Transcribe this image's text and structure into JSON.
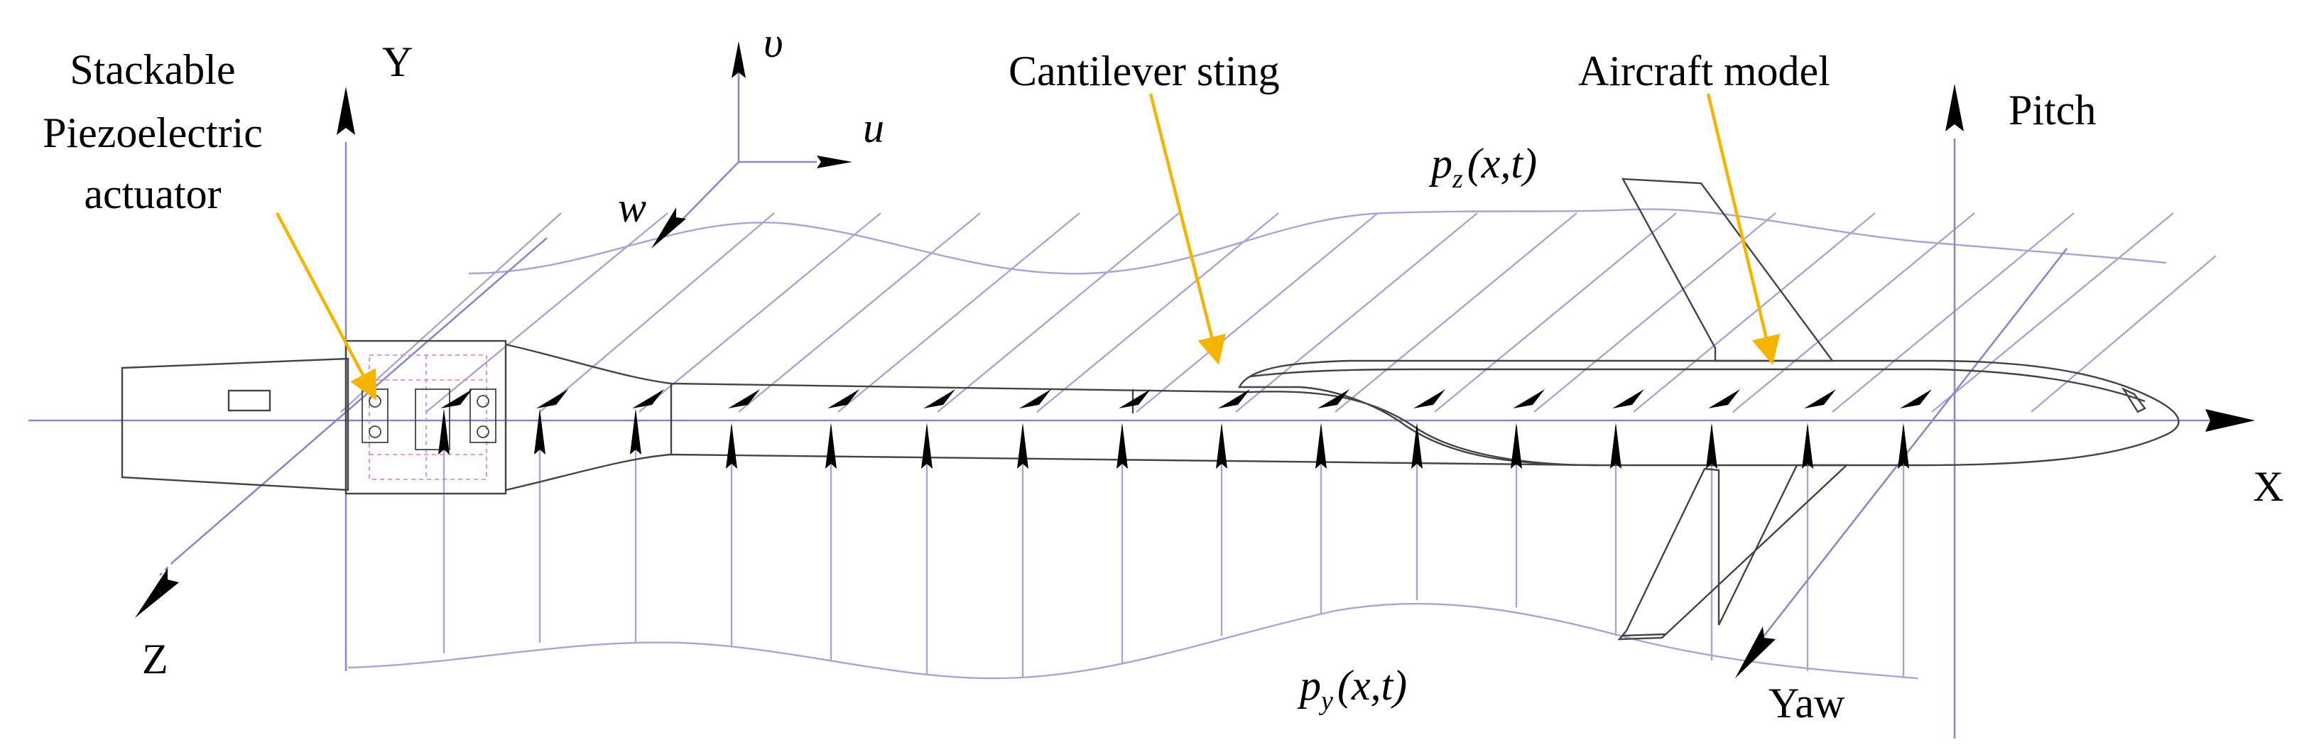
{
  "labels": {
    "stackable_line1": "Stackable",
    "stackable_line2": "Piezoelectric",
    "stackable_line3": "actuator",
    "cantilever": "Cantilever sting",
    "aircraft": "Aircraft model",
    "pitch": "Pitch",
    "yaw": "Yaw",
    "axis_x": "X",
    "axis_y": "Y",
    "axis_z": "Z",
    "axis_u": "u",
    "axis_v": "υ",
    "axis_w": "w"
  },
  "loads": {
    "pz": {
      "p": "p",
      "sub": "z",
      "args": "(x,t)"
    },
    "py": {
      "p": "p",
      "sub": "y",
      "args": "(x,t)"
    }
  },
  "colors": {
    "leader": "#F5B400",
    "load_lines": "#A9A4D2",
    "axis": "#8C89C2",
    "outline": "#444444",
    "arrow": "#000000"
  }
}
